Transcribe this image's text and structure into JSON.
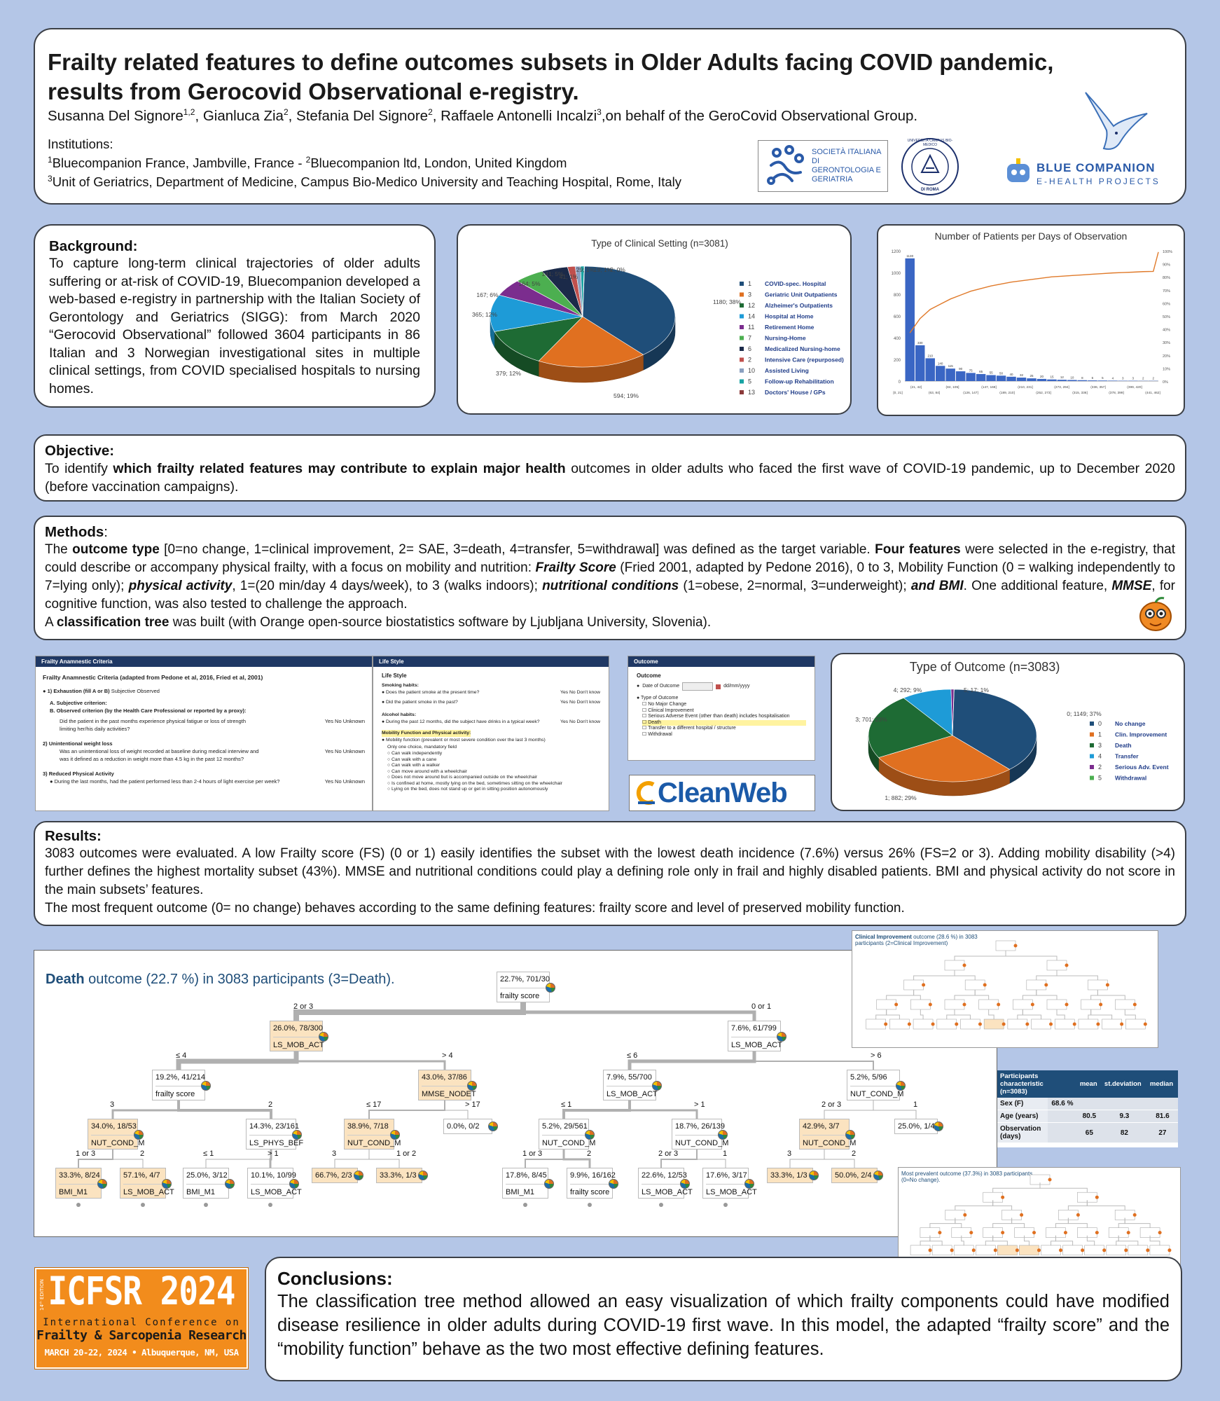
{
  "header": {
    "title": "Frailty related features to define outcomes subsets in Older Adults facing COVID pandemic, results from Gerocovid Observational e-registry.",
    "authors": [
      {
        "name": "Susanna Del Signore",
        "sup": "1,2"
      },
      {
        "name": "Gianluca Zia",
        "sup": "2"
      },
      {
        "name": "Stefania Del Signore",
        "sup": "2"
      },
      {
        "name": "Raffaele Antonelli Incalzi",
        "sup": "3"
      }
    ],
    "authors_suffix": ",on behalf of the  GeroCovid Observational Group.",
    "institutions_label": "Institutions:",
    "inst1a": "Bluecompanion France, Jambville, France -  ",
    "inst1b": "Bluecompanion ltd, London, United Kingdom",
    "inst3": "Unit of Geriatrics, Department of Medicine, Campus Bio-Medico University and Teaching Hospital, Rome, Italy",
    "logos": {
      "sigg": "SOCIETÀ ITALIANA DI GERONTOLOGIA E GERIATRIA",
      "campus_top": "UNIVERSITÀ CAMPUS BIO-MEDICO",
      "campus_bottom": "DI ROMA",
      "blue_main": "BLUE COMPANION",
      "blue_sub": "E-HEALTH PROJECTS"
    }
  },
  "background": {
    "heading": "Background:",
    "text": "To capture long-term clinical trajectories of older adults suffering or at-risk of COVID-19, Bluecompanion developed a web-based e-registry in partnership with the Italian Society of Gerontology and Geriatrics (SIGG): from March 2020 “Gerocovid Observational” followed 3604 participants in 86 Italian and 3 Norwegian investigational sites in multiple clinical settings, from COVID specialised hospitals to nursing homes."
  },
  "chart_data": [
    {
      "type": "pie",
      "title": "Type of Clinical Setting (n=3081)",
      "categories": [
        "COVID-spec. Hospital",
        "Geriatric Unit Outpatients",
        "Alzheimer's Outpatients",
        "Hospital at Home",
        "Retirement Home",
        "Nursing-Home",
        "Medicalized Nursing-home",
        "Intensive Care (repurposed)",
        "Assisted Living",
        "Follow-up Rehabilitation",
        "Doctors' House / GPs"
      ],
      "codes": [
        "1",
        "3",
        "12",
        "14",
        "11",
        "7",
        "6",
        "2",
        "10",
        "5",
        "13"
      ],
      "values": [
        1180,
        594,
        379,
        365,
        167,
        164,
        141,
        41,
        29,
        19,
        2
      ],
      "data_labels": [
        "1180; 38%",
        "594; 19%",
        "379; 12%",
        "365; 12%",
        "167; 6%",
        "164; 5%",
        "141; 5%",
        "41; 1%",
        "29; 1%",
        "19; 1%",
        "2; 0%"
      ],
      "colors": [
        "#1f4e79",
        "#e07020",
        "#1e6b34",
        "#1e9bd7",
        "#7b2d8e",
        "#4caf50",
        "#1b2a49",
        "#c0504d",
        "#8aa0c0",
        "#17a3a3",
        "#8b3a3a"
      ],
      "legend": "right"
    },
    {
      "type": "bar",
      "title": "Number of Patients per Days of Observation",
      "values": [
        1130,
        330,
        210,
        140,
        115,
        90,
        75,
        65,
        55,
        50,
        40,
        32,
        25,
        20,
        15,
        12,
        10,
        8,
        6,
        5,
        4,
        3,
        3,
        2,
        2
      ],
      "bar_labels": [
        "1130",
        "330",
        "210",
        "140",
        "115",
        "90",
        "75",
        "65",
        "55",
        "50",
        "40",
        "32",
        "25",
        "20",
        "15",
        "12",
        "10",
        "8",
        "6",
        "5",
        "4",
        "3",
        "3",
        "2",
        "2"
      ],
      "ylim": [
        0,
        1200
      ],
      "y_ticks": [
        "0",
        "200",
        "400",
        "600",
        "800",
        "1000",
        "1200"
      ],
      "y2_ticks": [
        "0%",
        "10%",
        "20%",
        "30%",
        "40%",
        "50%",
        "60%",
        "70%",
        "80%",
        "90%",
        "100%"
      ],
      "cumulative_pct": [
        37,
        48,
        55,
        59,
        63,
        66,
        69,
        71,
        73,
        74.5,
        76,
        77,
        78,
        79,
        80,
        80.5,
        81,
        81.5,
        82,
        82.5,
        83,
        83.3,
        83.6,
        84,
        84.2
      ],
      "x_ticks_top": [
        "(21, 42]",
        "(84, 105]",
        "(147, 168]",
        "(210, 231]",
        "(273, 294]",
        "(336, 357]",
        "(399, 420]"
      ],
      "x_ticks_bottom": [
        "[0, 21]",
        "(63, 84]",
        "(126, 147]",
        "(189, 210]",
        "(252, 273]",
        "(315, 336]",
        "(378, 399]",
        "(441, 462]"
      ]
    },
    {
      "type": "pie",
      "title": "Type of Outcome (n=3083)",
      "categories": [
        "No change",
        "Clin. Improvement",
        "Death",
        "Transfer",
        "Serious Adv. Event",
        "Withdrawal"
      ],
      "codes": [
        "0",
        "1",
        "3",
        "4",
        "2",
        "5"
      ],
      "values": [
        1149,
        882,
        701,
        292,
        17,
        1
      ],
      "data_labels": [
        "0; 1149; 37%",
        "1; 882; 29%",
        "3; 701; 23%",
        "4; 292; 9%",
        "5; 17; 1%",
        ""
      ],
      "colors": [
        "#1f4e79",
        "#e07020",
        "#1e6b34",
        "#1e9bd7",
        "#7b2d8e",
        "#4caf50"
      ],
      "legend": "right"
    }
  ],
  "objective": {
    "heading": "Objective:",
    "pre": "To identify ",
    "bold": "which frailty related features may contribute to explain major health",
    "post": " outcomes in older adults who faced the first wave of COVID-19 pandemic, up to December 2020  (before vaccination campaigns)."
  },
  "methods": {
    "heading": "Methods",
    "t1": "The ",
    "b1": "outcome type",
    "t2": " [0=no change, 1=clinical improvement, 2= SAE, 3=death, 4=transfer, 5=withdrawal] was defined as the target variable. ",
    "b2": "Four features",
    "t3": " were selected in the e-registry, that could describe or accompany physical frailty, with a focus on mobility and nutrition:   ",
    "bi1": "Frailty Score",
    "t4": " (Fried 2001, adapted by Pedone 2016), 0 to 3, Mobility Function (0 = walking independently to 7=lying only); ",
    "bi2": "physical activity",
    "t5": ", 1=(20 min/day 4 days/week), to 3 (walks indoors); ",
    "bi3": "nutritional conditions",
    "t6": " (1=obese, 2=normal, 3=underweight); ",
    "bi4": "and BMI",
    "t7": ". One additional feature, ",
    "bi5": "MMSE",
    "t8": ", for cognitive function, was also tested to challenge the approach.",
    "t9": "A ",
    "b3": "classification tree",
    "t10": " was built (with Orange open-source biostatistics software by Ljubljana University, Slovenia)."
  },
  "screens": {
    "frailty": {
      "header": "Frailty Anamnestic Criteria",
      "title": "Frailty Anamnestic Criteria (adapted from Pedone et al, 2016, Fried et al, 2001)",
      "q1": "1) Exhaustion (fill A or B)",
      "q1_opts": "Subjective   Observed",
      "a": "A. Subjective criterion:",
      "b": "B. Observed criterion (by the Health Care Professional or reported by a proxy):",
      "b_q": "Did the patient in the past months experience physical fatigue or loss of strength limiting her/his daily activities?",
      "yn": "Yes  No  Unknown",
      "q2": "2) Unintentional weight loss",
      "q2_q": "Was an unintentional loss of weight recorded at baseline during medical interview and was it defined as a reduction in weight more than 4.5 kg in the past 12 months?",
      "q3": "3) Reduced Physical Activity",
      "q3_q": "During the last months, had the patient performed less than 2-4 hours of light exercise per week?"
    },
    "lifestyle": {
      "header": "Life Style",
      "title": "Life Style",
      "smoking": "Smoking habits:",
      "s1": "Does the patient smoke at the present time?",
      "s2": "Did the patient smoke in the past?",
      "ynd": "Yes  No  Don't know",
      "alcohol": "Alcohol habits:",
      "a1": "During the past 12 months, did the subject have drinks in a typical week?",
      "mobility": "Mobility Function and Physical activity:",
      "m1": "Mobility function (prevalent or most severe condition over the last 3 months)",
      "m1b": "Only one choice, mandatory field",
      "opts": [
        "Can walk independently",
        "Can walk with a cane",
        "Can walk with a walker",
        "Can move around with a wheelchair",
        "Does not move around but is accompanied outside on the wheelchair",
        "Is confined at home, mostly lying on the bed, sometimes sitting on the wheelchair",
        "Lying on the bed, does not stand up or get in sitting position autonomously"
      ]
    },
    "outcome": {
      "header": "Outcome",
      "title": "Outcome",
      "date_label": "Date of Outcome",
      "date_ph": "dd/mm/yyyy",
      "type_label": "Type of Outcome",
      "opts": [
        "No Major Change",
        "Clinical Improvement",
        "Serious Adverse Event (other than death) includes hospitalisation",
        "Death",
        "Transfer to a different hospital / structure",
        "Withdrawal"
      ]
    },
    "cleanweb": "CleanWeb"
  },
  "results": {
    "heading": "Results:",
    "p1": "3083 outcomes were evaluated. A low Frailty score (FS) (0 or 1) easily identifies the subset with the lowest death incidence (7.6%) versus 26% (FS=2 or 3). Adding mobility disability (>4) further defines the highest mortality subset (43%). MMSE and nutritional conditions could play a defining role only in frail and highly disabled patients. BMI and physical activity do not score in the main subsets’ features.",
    "p2": "The most frequent outcome (0= no change) behaves according to the same defining features: frailty score and level of preserved mobility function."
  },
  "death_tree": {
    "title_bold": "Death",
    "title_rest": " outcome (22.7 %) in 3083 participants (3=Death).",
    "nodes": [
      {
        "val": "22.7%, 701/30",
        "feat": "frailty score"
      },
      {
        "val": "26.0%, 78/300",
        "feat": "LS_MOB_ACT"
      },
      {
        "val": "7.6%, 61/799",
        "feat": "LS_MOB_ACT"
      },
      {
        "val": "19.2%, 41/214",
        "feat": "frailty score"
      },
      {
        "val": "43.0%, 37/86",
        "feat": "MMSE_NODET"
      },
      {
        "val": "7.9%, 55/700",
        "feat": "LS_MOB_ACT"
      },
      {
        "val": "5.2%, 5/96",
        "feat": "NUT_COND_M"
      },
      {
        "val": "34.0%, 18/53",
        "feat": "NUT_COND_M"
      },
      {
        "val": "14.3%, 23/161",
        "feat": "LS_PHYS_BEF"
      },
      {
        "val": "38.9%, 7/18",
        "feat": "NUT_COND_M"
      },
      {
        "val": "0.0%, 0/2",
        "feat": ""
      },
      {
        "val": "5.2%, 29/561",
        "feat": "NUT_COND_M"
      },
      {
        "val": "18.7%, 26/139",
        "feat": "NUT_COND_M"
      },
      {
        "val": "42.9%, 3/7",
        "feat": "NUT_COND_M"
      },
      {
        "val": "25.0%, 1/4",
        "feat": ""
      },
      {
        "val": "33.3%, 8/24",
        "feat": "BMI_M1"
      },
      {
        "val": "57.1%, 4/7",
        "feat": "LS_MOB_ACT"
      },
      {
        "val": "25.0%, 3/12",
        "feat": "BMI_M1"
      },
      {
        "val": "10.1%, 10/99",
        "feat": "LS_MOB_ACT"
      },
      {
        "val": "66.7%, 2/3",
        "feat": ""
      },
      {
        "val": "33.3%, 1/3",
        "feat": ""
      },
      {
        "val": "17.8%, 8/45",
        "feat": "BMI_M1"
      },
      {
        "val": "9.9%, 16/162",
        "feat": "frailty score"
      },
      {
        "val": "22.6%, 12/53",
        "feat": "LS_MOB_ACT"
      },
      {
        "val": "17.6%, 3/17",
        "feat": "LS_MOB_ACT"
      },
      {
        "val": "33.3%, 1/3",
        "feat": ""
      },
      {
        "val": "50.0%, 2/4",
        "feat": ""
      }
    ],
    "edges": [
      "2 or 3",
      "0 or 1",
      "≤ 4",
      "> 4",
      "≤ 6",
      "> 6",
      "3",
      "2",
      "≤ 17",
      "> 17",
      "≤ 1",
      "> 1",
      "2 or 3",
      "1",
      "1 or 3",
      "2",
      "≤ 1",
      "> 1",
      "3",
      "1 or 2",
      "1 or 3",
      "2",
      "2 or 3",
      "1",
      "3",
      "2"
    ]
  },
  "clin_tree": {
    "title_bold": "Clinical Improvement",
    "title_rest": " outcome (28.6 %) in 3083 participants (2=Clinical Improvement)"
  },
  "noch_tree": {
    "title": "Most prevalent outcome (37.3%) in 3083 participants (0=No change)."
  },
  "participants_table": {
    "headers": [
      "Participants characteristic (n=3083)",
      "mean",
      "st.deviation",
      "median"
    ],
    "rows": [
      [
        "Sex (F)",
        "68.6 %",
        "",
        "",
        ""
      ],
      [
        "Age (years)",
        "",
        "80.5",
        "9.3",
        "81.6"
      ],
      [
        "Observation (days)",
        "",
        "65",
        "82",
        "27"
      ]
    ]
  },
  "icfsr": {
    "edition": "14ᵗʰ EDITION",
    "name": "ICFSR 2024",
    "line1": "International Conference on",
    "line2": "Frailty & Sarcopenia Research",
    "line3": "MARCH 20-22, 2024 • Albuquerque, NM, USA"
  },
  "conclusions": {
    "heading": "Conclusions:",
    "text": "The classification tree method allowed an easy visualization of which frailty components could have modified disease resilience in older adults during COVID-19 first wave. In this model, the adapted “frailty score” and the “mobility function” behave as the two most effective defining features."
  }
}
